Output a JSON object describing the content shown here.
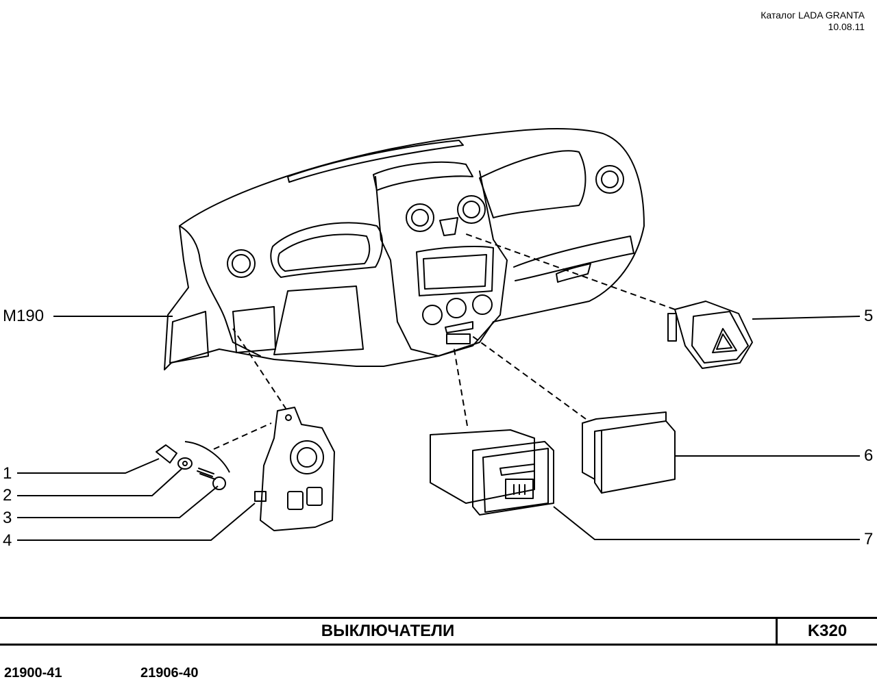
{
  "header": {
    "catalog": "Каталог LADA  GRANTA",
    "date": "10.08.11"
  },
  "callouts": {
    "m190": "M190",
    "c1": "1",
    "c2": "2",
    "c3": "3",
    "c4": "4",
    "c5": "5",
    "c6": "6",
    "c7": "7"
  },
  "title_block": {
    "title": "ВЫКЛЮЧАТЕЛИ",
    "code": "K320"
  },
  "models": [
    "21900-41",
    "21906-40"
  ]
}
